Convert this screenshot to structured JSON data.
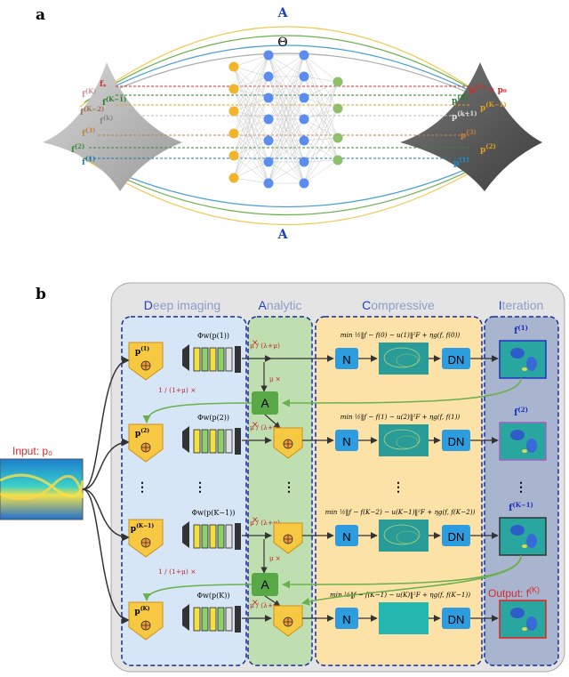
{
  "panel_a": {
    "label": "a",
    "theta": "Θ",
    "operator_top": "A",
    "operator_bottom": "A",
    "left_labels": [
      {
        "text": "f",
        "sub": "*",
        "color": "#d42a2a"
      },
      {
        "text": "f",
        "sup": "(K)",
        "color": "#c99090"
      },
      {
        "text": "f",
        "sup": "(K−1)",
        "color": "#2f7a2f"
      },
      {
        "text": "f",
        "sup": "(K−2)",
        "color": "#a07050"
      },
      {
        "text": "f",
        "sup": "(k)",
        "color": "#888888"
      },
      {
        "text": "f",
        "sup": "(3)",
        "color": "#c08040"
      },
      {
        "text": "f",
        "sup": "(2)",
        "color": "#3a8a3a"
      },
      {
        "text": "f",
        "sup": "(1)",
        "color": "#1a7ab0"
      }
    ],
    "right_labels": [
      {
        "text": "p",
        "sup": "(1)",
        "extra": "= p₀",
        "color": "#d42a2a"
      },
      {
        "text": "p",
        "sup": "(K)",
        "color": "#2f7a2f"
      },
      {
        "text": "p",
        "sup": "(K−1)",
        "color": "#e0a020"
      },
      {
        "text": "p",
        "sup": "(k+1)",
        "color": "#dddddd"
      },
      {
        "text": "p",
        "sup": "(3)",
        "color": "#c08040"
      },
      {
        "text": "p",
        "sup": "(2)",
        "color": "#e0a020"
      },
      {
        "text": "p",
        "sup": "(1)",
        "color": "#1a90c0"
      }
    ]
  },
  "panel_b": {
    "label": "b",
    "input_label": "Input: p₀",
    "output_label": "Output: f",
    "output_sup": "(K)",
    "sections": {
      "deep": {
        "initial": "D",
        "rest": "eep imaging"
      },
      "analytic": {
        "initial": "A",
        "rest": "nalytic"
      },
      "compressive": {
        "initial": "C",
        "rest": "ompressive"
      },
      "iteration": {
        "initial": "I",
        "rest": "teration"
      }
    },
    "rows": [
      {
        "p_sup": "(1)",
        "phi": "Φw(p(1))",
        "obj": "min ½‖f − f(0) − u(1)‖²F + ηg(f, f(0))",
        "f_sup": "(1)"
      },
      {
        "p_sup": "(2)",
        "phi": "Φw(p(2))",
        "obj": "min ½‖f − f(1) − u(2)‖²F + ηg(f, f(1))",
        "f_sup": "(2)"
      },
      {
        "p_sup": "(K−1)",
        "phi": "Φw(p(K−1))",
        "obj": "min ½‖f − f(K−2) − u(K−1)‖²F + ηg(f, f(K−2))",
        "f_sup": "(K−1)"
      },
      {
        "p_sup": "(K)",
        "phi": "Φw(p(K))",
        "obj": "min ½‖f − f(K−1) − u(K)‖²F + ηg(f, f(K−1))",
        "f_sup": "(K)"
      }
    ],
    "n_label": "N",
    "dn_label": "DN",
    "a_label": "A",
    "mu_frac": "μ / (λ+μ)",
    "inv_frac": "1 / (1+μ)",
    "times": "×",
    "dots": "⋮"
  }
}
